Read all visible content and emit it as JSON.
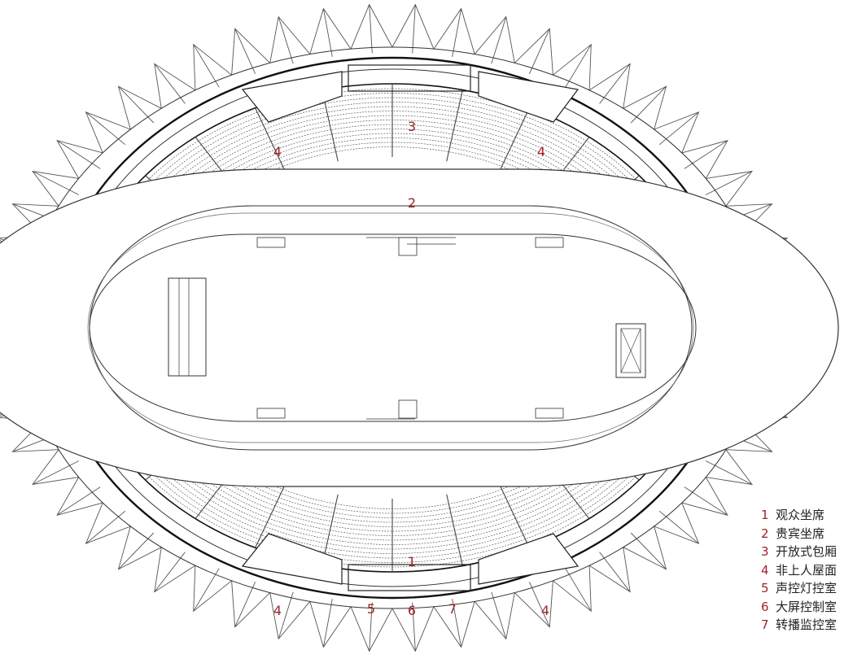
{
  "colors": {
    "line": "#222222",
    "accent": "#a0232a",
    "background": "#ffffff"
  },
  "plan_labels": [
    {
      "num": "1",
      "zone": "lower-stand"
    },
    {
      "num": "2",
      "zone": "upper-track"
    },
    {
      "num": "3",
      "zone": "upper-stand"
    },
    {
      "num": "4",
      "zone": "upper-left-roof"
    },
    {
      "num": "4",
      "zone": "upper-right-roof"
    },
    {
      "num": "4",
      "zone": "lower-left-roof"
    },
    {
      "num": "4",
      "zone": "lower-right-roof"
    },
    {
      "num": "5",
      "zone": "bottom-room-a"
    },
    {
      "num": "6",
      "zone": "bottom-room-b"
    },
    {
      "num": "7",
      "zone": "bottom-room-c"
    }
  ],
  "legend": [
    {
      "num": "1",
      "text": "观众坐席"
    },
    {
      "num": "2",
      "text": "贵宾坐席"
    },
    {
      "num": "3",
      "text": "开放式包厢"
    },
    {
      "num": "4",
      "text": "非上人屋面"
    },
    {
      "num": "5",
      "text": "声控灯控室"
    },
    {
      "num": "6",
      "text": "大屏控制室"
    },
    {
      "num": "7",
      "text": "转播监控室"
    }
  ]
}
